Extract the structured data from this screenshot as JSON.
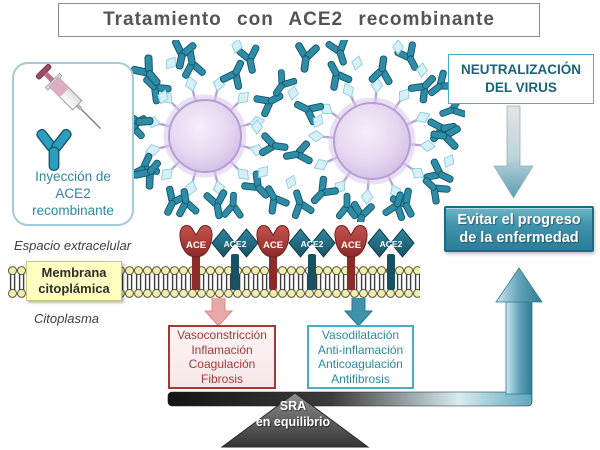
{
  "title": "Tratamiento con ACE2 recombinante",
  "injection_panel": {
    "lines": [
      "Inyección de",
      "ACE2",
      "recombinante"
    ]
  },
  "neutralization_box": {
    "line1": "NEUTRALIZACIÓN",
    "line2": "DEL VIRUS"
  },
  "outcome_box": {
    "line1": "Evitar el progreso",
    "line2": "de la enfermedad"
  },
  "labels": {
    "extracellular": "Espacio extracelular",
    "membrane_line1": "Membrana",
    "membrane_line2": "citoplámica",
    "cytoplasm": "Citoplasma"
  },
  "receptors": {
    "sequence": [
      "ACE",
      "ACE2",
      "ACE",
      "ACE2",
      "ACE",
      "ACE2"
    ]
  },
  "ace_effects": {
    "lines": [
      "Vasoconstricción",
      "Inflamación",
      "Coagulación",
      "Fibrosis"
    ]
  },
  "ace2_effects": {
    "lines": [
      "Vasodilatación",
      "Anti-inflamación",
      "Anticoagulación",
      "Antifibrosis"
    ]
  },
  "balance": {
    "line1": "SRA",
    "line2": "en equilibrio"
  },
  "colors": {
    "accent_teal": "#31849b",
    "dark_teal_text": "#17657b",
    "ace_red": "#a93c38",
    "ace2_teal": "#1f6377",
    "antibody_teal": "#2e8ca6",
    "virus_lavender": "#ddcdec",
    "membrane_label_yellow": "#ffffc2",
    "beam_gray": "#3c3c3c",
    "pink_arrow": "#e9a9ab"
  }
}
